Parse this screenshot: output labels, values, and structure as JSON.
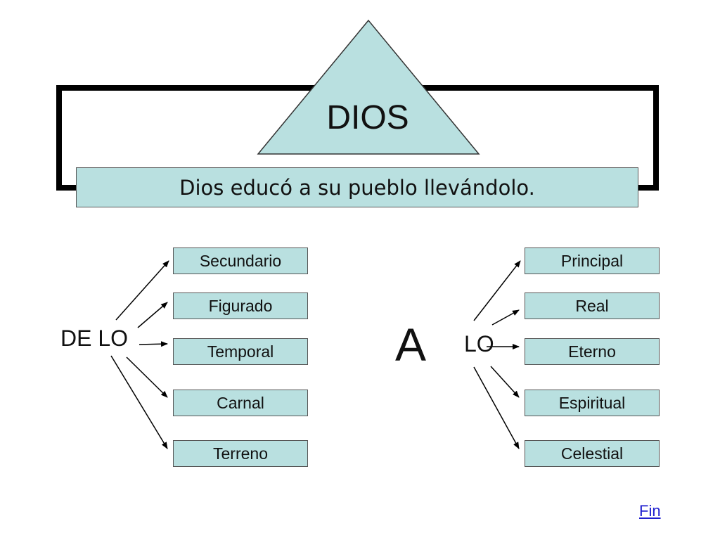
{
  "title": "DIOS",
  "subtitle": "Dios educó a su pueblo llevándolo.",
  "left": {
    "prefix": "DE LO",
    "items": [
      "Secundario",
      "Figurado",
      "Temporal",
      "Carnal",
      "Terreno"
    ]
  },
  "middle": "A",
  "right": {
    "prefix": "LO",
    "items": [
      "Principal",
      "Real",
      "Eterno",
      "Espiritual",
      "Celestial"
    ]
  },
  "link": "Fin",
  "colors": {
    "box_fill": "#b9e0e0",
    "frame": "#000000",
    "link": "#1f1fcf"
  }
}
